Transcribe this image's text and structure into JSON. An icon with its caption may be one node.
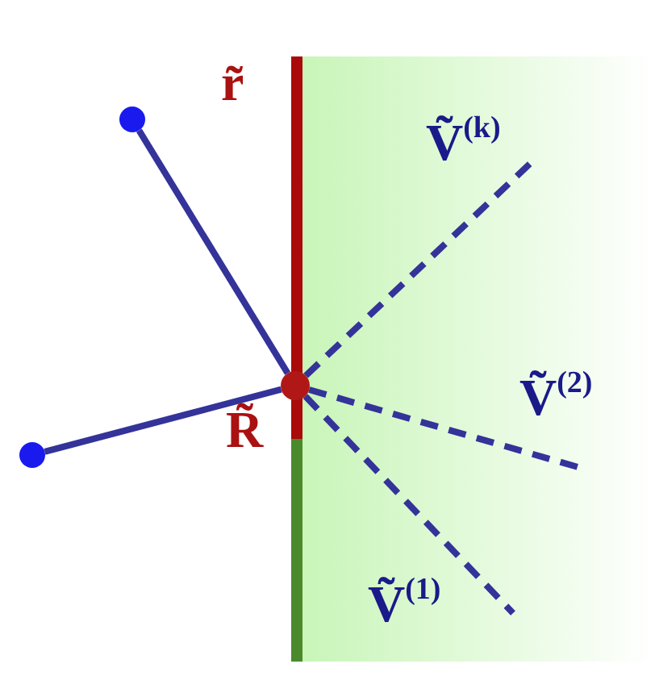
{
  "diagram": {
    "nodes": [
      {
        "text": [],
        "shape": "circle",
        "beside": [
          "R̃"
        ]
      },
      {
        "text": [],
        "shape": "circle"
      },
      {
        "text": [],
        "shape": "circle"
      }
    ],
    "edges": [
      {
        "from": 1,
        "to": 0,
        "arrow": "none"
      },
      {
        "from": 2,
        "to": 0,
        "arrow": "none"
      },
      {
        "from": 0,
        "to": null,
        "arrow": "none",
        "style": "dashed"
      },
      {
        "from": 0,
        "to": null,
        "arrow": "none",
        "style": "dashed"
      },
      {
        "from": 0,
        "to": null,
        "arrow": "none",
        "style": "dashed"
      }
    ],
    "labels": [
      "r̃",
      "Ṽ$^{(k)}$",
      "Ṽ$^{(2)}$",
      "Ṽ$^{(1)}$"
    ]
  }
}
